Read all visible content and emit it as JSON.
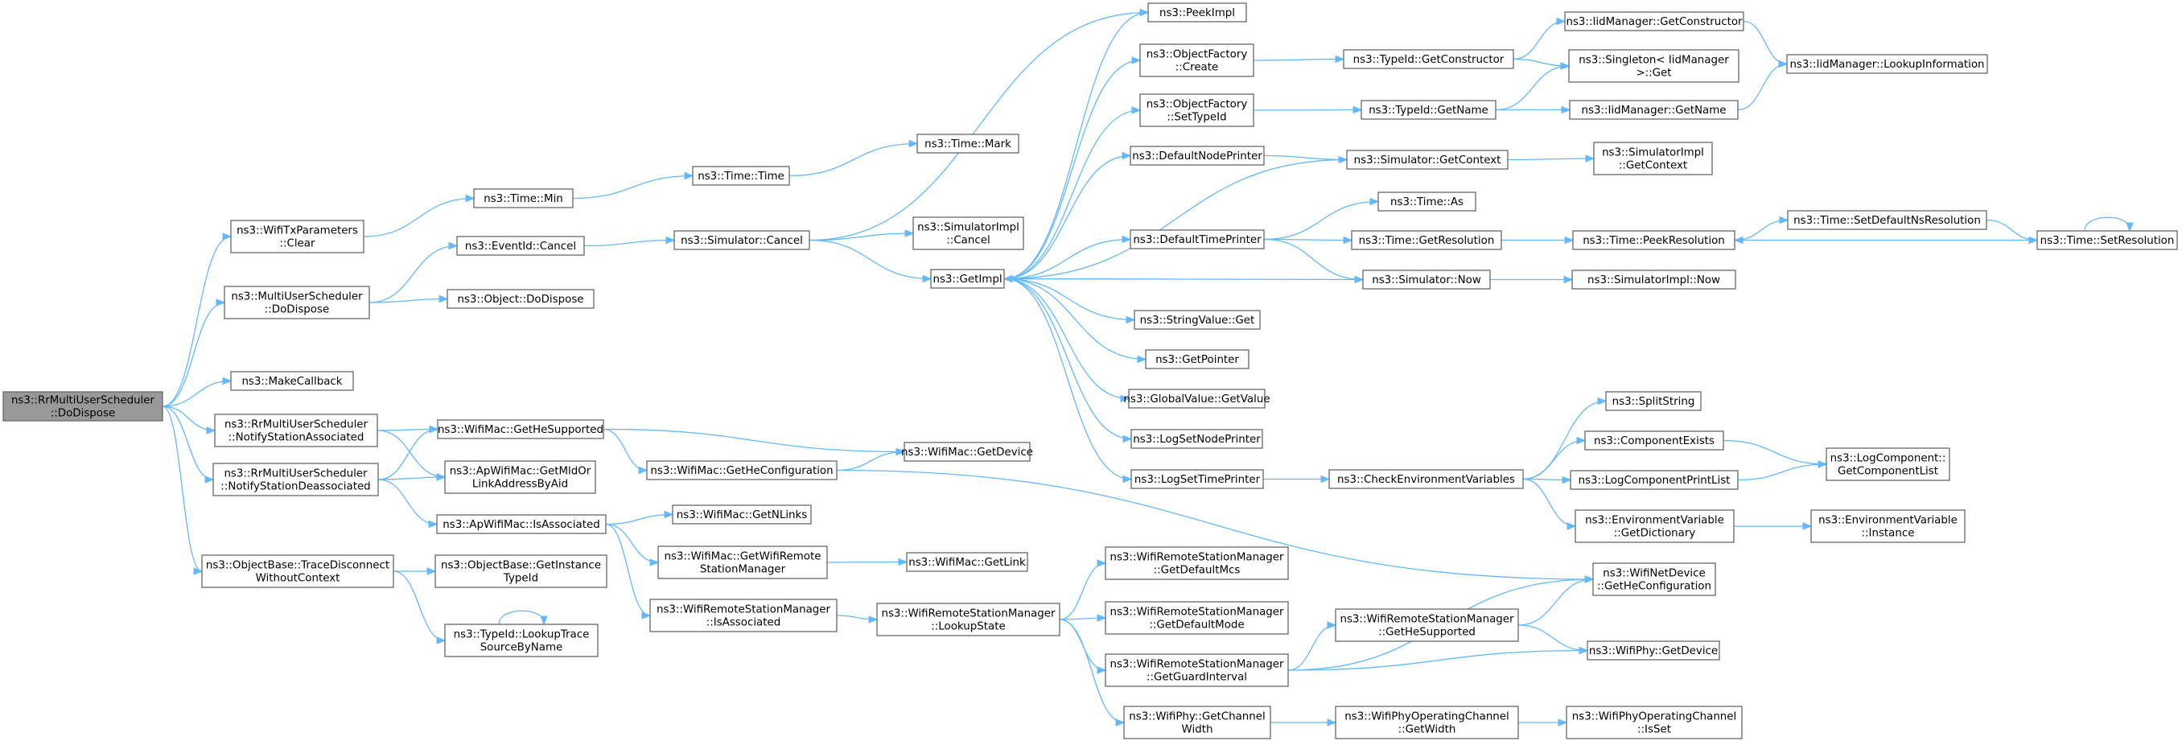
{
  "graph": {
    "root": "root",
    "colors": {
      "edge": "#63b8ff",
      "node_border": "#666666",
      "root_fill": "#999999",
      "node_fill": "#ffffff"
    },
    "nodes": [
      {
        "id": "root",
        "lines": [
          "ns3::RrMultiUserScheduler",
          "::DoDispose"
        ]
      },
      {
        "id": "wtpc",
        "lines": [
          "ns3::WifiTxParameters",
          "::Clear"
        ]
      },
      {
        "id": "muds",
        "lines": [
          "ns3::MultiUserScheduler",
          "::DoDispose"
        ]
      },
      {
        "id": "mkcb",
        "lines": [
          "ns3::MakeCallback"
        ]
      },
      {
        "id": "nsa",
        "lines": [
          "ns3::RrMultiUserScheduler",
          "::NotifyStationAssociated"
        ]
      },
      {
        "id": "nsd",
        "lines": [
          "ns3::RrMultiUserScheduler",
          "::NotifyStationDeassociated"
        ]
      },
      {
        "id": "tdwc",
        "lines": [
          "ns3::ObjectBase::TraceDisconnect",
          "WithoutContext"
        ]
      },
      {
        "id": "tmin",
        "lines": [
          "ns3::Time::Min"
        ]
      },
      {
        "id": "evc",
        "lines": [
          "ns3::EventId::Cancel"
        ]
      },
      {
        "id": "odd",
        "lines": [
          "ns3::Object::DoDispose"
        ]
      },
      {
        "id": "ghs",
        "lines": [
          "ns3::WifiMac::GetHeSupported"
        ]
      },
      {
        "id": "gml",
        "lines": [
          "ns3::ApWifiMac::GetMldOr",
          "LinkAddressByAid"
        ]
      },
      {
        "id": "isa",
        "lines": [
          "ns3::ApWifiMac::IsAssociated"
        ]
      },
      {
        "id": "gitid",
        "lines": [
          "ns3::ObjectBase::GetInstance",
          "TypeId"
        ]
      },
      {
        "id": "ltsn",
        "lines": [
          "ns3::TypeId::LookupTrace",
          "SourceByName"
        ]
      },
      {
        "id": "ttime",
        "lines": [
          "ns3::Time::Time"
        ]
      },
      {
        "id": "simc",
        "lines": [
          "ns3::Simulator::Cancel"
        ]
      },
      {
        "id": "ghc",
        "lines": [
          "ns3::WifiMac::GetHeConfiguration"
        ]
      },
      {
        "id": "gnl",
        "lines": [
          "ns3::WifiMac::GetNLinks"
        ]
      },
      {
        "id": "gwrsm",
        "lines": [
          "ns3::WifiMac::GetWifiRemote",
          "StationManager"
        ]
      },
      {
        "id": "rsmia",
        "lines": [
          "ns3::WifiRemoteStationManager",
          "::IsAssociated"
        ]
      },
      {
        "id": "tmark",
        "lines": [
          "ns3::Time::Mark"
        ]
      },
      {
        "id": "sic",
        "lines": [
          "ns3::SimulatorImpl",
          "::Cancel"
        ]
      },
      {
        "id": "geti",
        "lines": [
          "ns3::GetImpl"
        ]
      },
      {
        "id": "gdev",
        "lines": [
          "ns3::WifiMac::GetDevice"
        ]
      },
      {
        "id": "glink",
        "lines": [
          "ns3::WifiMac::GetLink"
        ]
      },
      {
        "id": "lst",
        "lines": [
          "ns3::WifiRemoteStationManager",
          "::LookupState"
        ]
      },
      {
        "id": "peek",
        "lines": [
          "ns3::PeekImpl"
        ]
      },
      {
        "id": "ofc",
        "lines": [
          "ns3::ObjectFactory",
          "::Create"
        ]
      },
      {
        "id": "ofs",
        "lines": [
          "ns3::ObjectFactory",
          "::SetTypeId"
        ]
      },
      {
        "id": "dnp",
        "lines": [
          "ns3::DefaultNodePrinter"
        ]
      },
      {
        "id": "dtp",
        "lines": [
          "ns3::DefaultTimePrinter"
        ]
      },
      {
        "id": "svg",
        "lines": [
          "ns3::StringValue::Get"
        ]
      },
      {
        "id": "gptr",
        "lines": [
          "ns3::GetPointer"
        ]
      },
      {
        "id": "gvgv",
        "lines": [
          "ns3::GlobalValue::GetValue"
        ]
      },
      {
        "id": "lsnp",
        "lines": [
          "ns3::LogSetNodePrinter"
        ]
      },
      {
        "id": "lstp",
        "lines": [
          "ns3::LogSetTimePrinter"
        ]
      },
      {
        "id": "gdm",
        "lines": [
          "ns3::WifiRemoteStationManager",
          "::GetDefaultMcs"
        ]
      },
      {
        "id": "gdmo",
        "lines": [
          "ns3::WifiRemoteStationManager",
          "::GetDefaultMode"
        ]
      },
      {
        "id": "ggi",
        "lines": [
          "ns3::WifiRemoteStationManager",
          "::GetGuardInterval"
        ]
      },
      {
        "id": "gcw",
        "lines": [
          "ns3::WifiPhy::GetChannel",
          "Width"
        ]
      },
      {
        "id": "tgc",
        "lines": [
          "ns3::TypeId::GetConstructor"
        ]
      },
      {
        "id": "tgn",
        "lines": [
          "ns3::TypeId::GetName"
        ]
      },
      {
        "id": "sgc",
        "lines": [
          "ns3::Simulator::GetContext"
        ]
      },
      {
        "id": "tas",
        "lines": [
          "ns3::Time::As"
        ]
      },
      {
        "id": "tgr",
        "lines": [
          "ns3::Time::GetResolution"
        ]
      },
      {
        "id": "snow",
        "lines": [
          "ns3::Simulator::Now"
        ]
      },
      {
        "id": "cev",
        "lines": [
          "ns3::CheckEnvironmentVariables"
        ]
      },
      {
        "id": "rghs",
        "lines": [
          "ns3::WifiRemoteStationManager",
          "::GetHeSupported"
        ]
      },
      {
        "id": "wpgw",
        "lines": [
          "ns3::WifiPhyOperatingChannel",
          "::GetWidth"
        ]
      },
      {
        "id": "imgc",
        "lines": [
          "ns3::IidManager::GetConstructor"
        ]
      },
      {
        "id": "sget",
        "lines": [
          "ns3::Singleton< IidManager",
          ">::Get"
        ]
      },
      {
        "id": "imgn",
        "lines": [
          "ns3::IidManager::GetName"
        ]
      },
      {
        "id": "sigc",
        "lines": [
          "ns3::SimulatorImpl",
          "::GetContext"
        ]
      },
      {
        "id": "tpr",
        "lines": [
          "ns3::Time::PeekResolution"
        ]
      },
      {
        "id": "sinow",
        "lines": [
          "ns3::SimulatorImpl::Now"
        ]
      },
      {
        "id": "ss",
        "lines": [
          "ns3::SplitString"
        ]
      },
      {
        "id": "cex",
        "lines": [
          "ns3::ComponentExists"
        ]
      },
      {
        "id": "lcpl",
        "lines": [
          "ns3::LogComponentPrintList"
        ]
      },
      {
        "id": "evgd",
        "lines": [
          "ns3::EnvironmentVariable",
          "::GetDictionary"
        ]
      },
      {
        "id": "wndghc",
        "lines": [
          "ns3::WifiNetDevice",
          "::GetHeConfiguration"
        ]
      },
      {
        "id": "wpgd",
        "lines": [
          "ns3::WifiPhy::GetDevice"
        ]
      },
      {
        "id": "wpis",
        "lines": [
          "ns3::WifiPhyOperatingChannel",
          "::IsSet"
        ]
      },
      {
        "id": "imli",
        "lines": [
          "ns3::IidManager::LookupInformation"
        ]
      },
      {
        "id": "tsdr",
        "lines": [
          "ns3::Time::SetDefaultNsResolution"
        ]
      },
      {
        "id": "lcgcl",
        "lines": [
          "ns3::LogComponent::",
          "GetComponentList"
        ]
      },
      {
        "id": "evi",
        "lines": [
          "ns3::EnvironmentVariable",
          "::Instance"
        ]
      },
      {
        "id": "tsr",
        "lines": [
          "ns3::Time::SetResolution"
        ]
      }
    ],
    "edges": [
      [
        "root",
        "wtpc"
      ],
      [
        "root",
        "muds"
      ],
      [
        "root",
        "mkcb"
      ],
      [
        "root",
        "nsa"
      ],
      [
        "root",
        "nsd"
      ],
      [
        "root",
        "tdwc"
      ],
      [
        "wtpc",
        "tmin"
      ],
      [
        "tmin",
        "ttime"
      ],
      [
        "ttime",
        "tmark"
      ],
      [
        "muds",
        "evc"
      ],
      [
        "muds",
        "odd"
      ],
      [
        "evc",
        "simc"
      ],
      [
        "simc",
        "sic"
      ],
      [
        "simc",
        "geti"
      ],
      [
        "simc",
        "peek"
      ],
      [
        "nsa",
        "ghs"
      ],
      [
        "nsa",
        "gml"
      ],
      [
        "nsd",
        "ghs"
      ],
      [
        "nsd",
        "gml"
      ],
      [
        "nsd",
        "isa"
      ],
      [
        "ghs",
        "ghc"
      ],
      [
        "ghs",
        "gdev"
      ],
      [
        "ghc",
        "gdev"
      ],
      [
        "ghc",
        "wndghc"
      ],
      [
        "isa",
        "gnl"
      ],
      [
        "isa",
        "gwrsm"
      ],
      [
        "isa",
        "rsmia"
      ],
      [
        "gwrsm",
        "glink"
      ],
      [
        "rsmia",
        "lst"
      ],
      [
        "lst",
        "gdm"
      ],
      [
        "lst",
        "gdmo"
      ],
      [
        "lst",
        "ggi"
      ],
      [
        "lst",
        "gcw"
      ],
      [
        "ggi",
        "rghs"
      ],
      [
        "ggi",
        "wpgd"
      ],
      [
        "ggi",
        "wndghc"
      ],
      [
        "rghs",
        "wndghc"
      ],
      [
        "rghs",
        "wpgd"
      ],
      [
        "gcw",
        "wpgw"
      ],
      [
        "wpgw",
        "wpis"
      ],
      [
        "tdwc",
        "gitid"
      ],
      [
        "tdwc",
        "ltsn"
      ],
      [
        "ltsn",
        "ltsn"
      ],
      [
        "geti",
        "peek"
      ],
      [
        "geti",
        "ofc"
      ],
      [
        "geti",
        "ofs"
      ],
      [
        "geti",
        "dnp"
      ],
      [
        "geti",
        "dtp"
      ],
      [
        "geti",
        "svg"
      ],
      [
        "geti",
        "gptr"
      ],
      [
        "geti",
        "gvgv"
      ],
      [
        "geti",
        "lsnp"
      ],
      [
        "geti",
        "lstp"
      ],
      [
        "ofc",
        "tgc"
      ],
      [
        "ofs",
        "tgn"
      ],
      [
        "tgc",
        "imgc"
      ],
      [
        "tgc",
        "sget"
      ],
      [
        "tgn",
        "sget"
      ],
      [
        "tgn",
        "imgn"
      ],
      [
        "imgc",
        "imli"
      ],
      [
        "imgn",
        "imli"
      ],
      [
        "dnp",
        "sgc"
      ],
      [
        "sgc",
        "sigc"
      ],
      [
        "sgc",
        "geti"
      ],
      [
        "dtp",
        "tas"
      ],
      [
        "dtp",
        "tgr"
      ],
      [
        "dtp",
        "snow"
      ],
      [
        "snow",
        "geti"
      ],
      [
        "snow",
        "sinow"
      ],
      [
        "tgr",
        "tpr"
      ],
      [
        "tpr",
        "tsdr"
      ],
      [
        "tsdr",
        "tsr"
      ],
      [
        "tsr",
        "tpr"
      ],
      [
        "tsr",
        "tsr"
      ],
      [
        "lstp",
        "cev"
      ],
      [
        "cev",
        "ss"
      ],
      [
        "cev",
        "cex"
      ],
      [
        "cev",
        "lcpl"
      ],
      [
        "cev",
        "evgd"
      ],
      [
        "cex",
        "lcgcl"
      ],
      [
        "lcpl",
        "lcgcl"
      ],
      [
        "evgd",
        "evi"
      ]
    ]
  }
}
